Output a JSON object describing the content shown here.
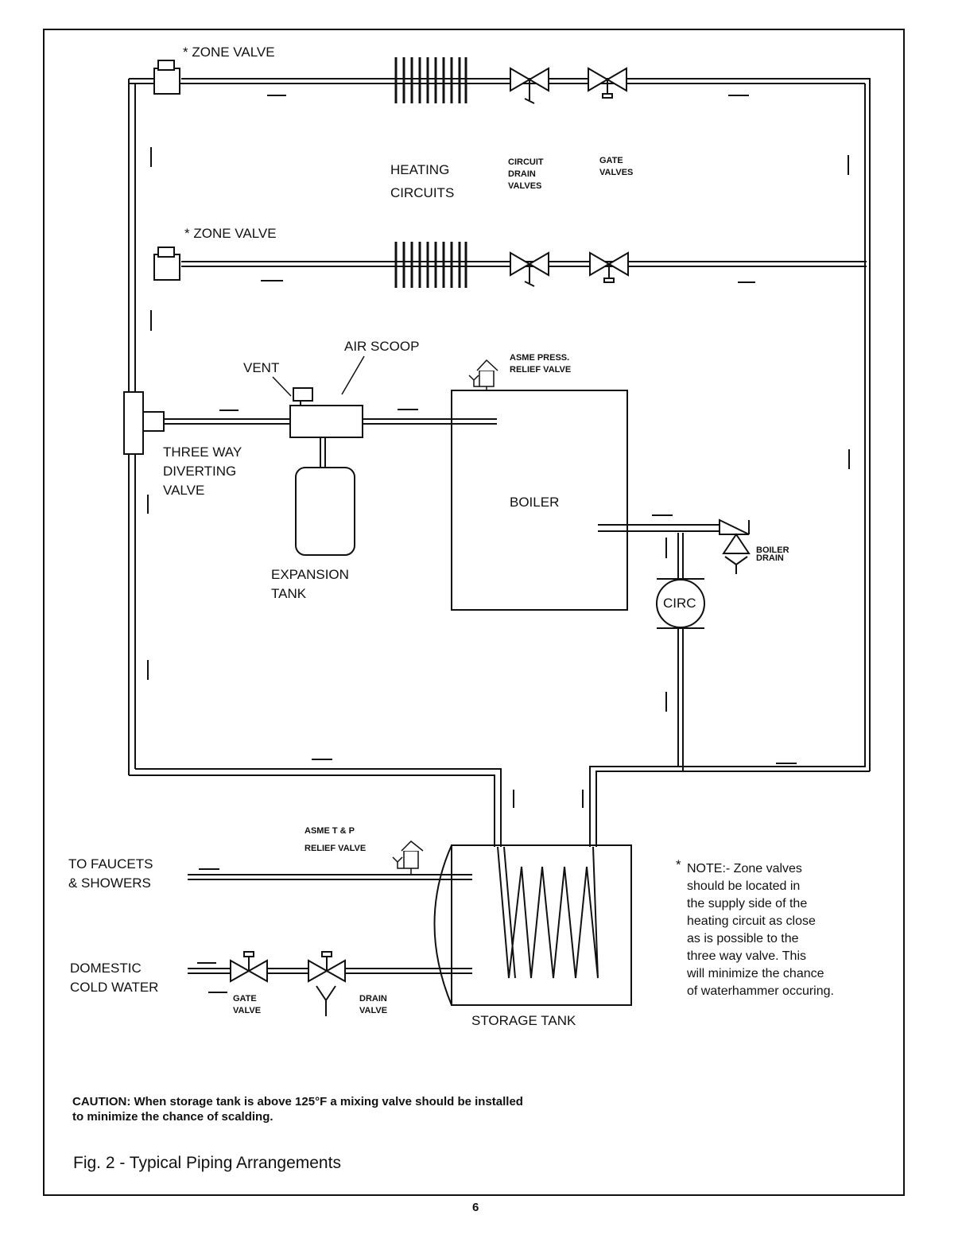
{
  "labels": {
    "zone_valve_top": "* ZONE VALVE",
    "zone_valve_mid": "* ZONE VALVE",
    "heating_circuits_1": "HEATING",
    "heating_circuits_2": "CIRCUITS",
    "circuit_drain_1": "CIRCUIT",
    "circuit_drain_2": "DRAIN",
    "circuit_drain_3": "VALVES",
    "gate_valves_1": "GATE",
    "gate_valves_2": "VALVES",
    "air_scoop": "AIR SCOOP",
    "vent": "VENT",
    "asme_press_1": "ASME PRESS.",
    "asme_press_2": "RELIEF VALVE",
    "three_way_1": "THREE WAY",
    "three_way_2": "DIVERTING",
    "three_way_3": "VALVE",
    "boiler": "BOILER",
    "expansion_1": "EXPANSION",
    "expansion_2": "TANK",
    "boiler_drain_1": "BOILER",
    "boiler_drain_2": "DRAIN",
    "circ": "CIRC",
    "asme_tp_1": "ASME T & P",
    "asme_tp_2": "RELIEF VALVE",
    "faucets_1": "TO FAUCETS",
    "faucets_2": "& SHOWERS",
    "cold_1": "DOMESTIC",
    "cold_2": "COLD WATER",
    "gate_valve_1": "GATE",
    "gate_valve_2": "VALVE",
    "drain_valve_1": "DRAIN",
    "drain_valve_2": "VALVE",
    "storage_tank": "STORAGE TANK"
  },
  "note": {
    "star": "*",
    "lines": [
      "NOTE:- Zone valves",
      "should be located in",
      "the supply side of the",
      "heating circuit as close",
      "as is possible to the",
      "three way valve. This",
      "will minimize the chance",
      "of waterhammer occuring."
    ]
  },
  "caution": {
    "line1": "CAUTION: When storage tank is above 125°F a mixing valve should be installed",
    "line2": "to minimize the chance of scalding."
  },
  "figure_title": "Fig. 2 - Typical Piping Arrangements",
  "page_number": "6"
}
